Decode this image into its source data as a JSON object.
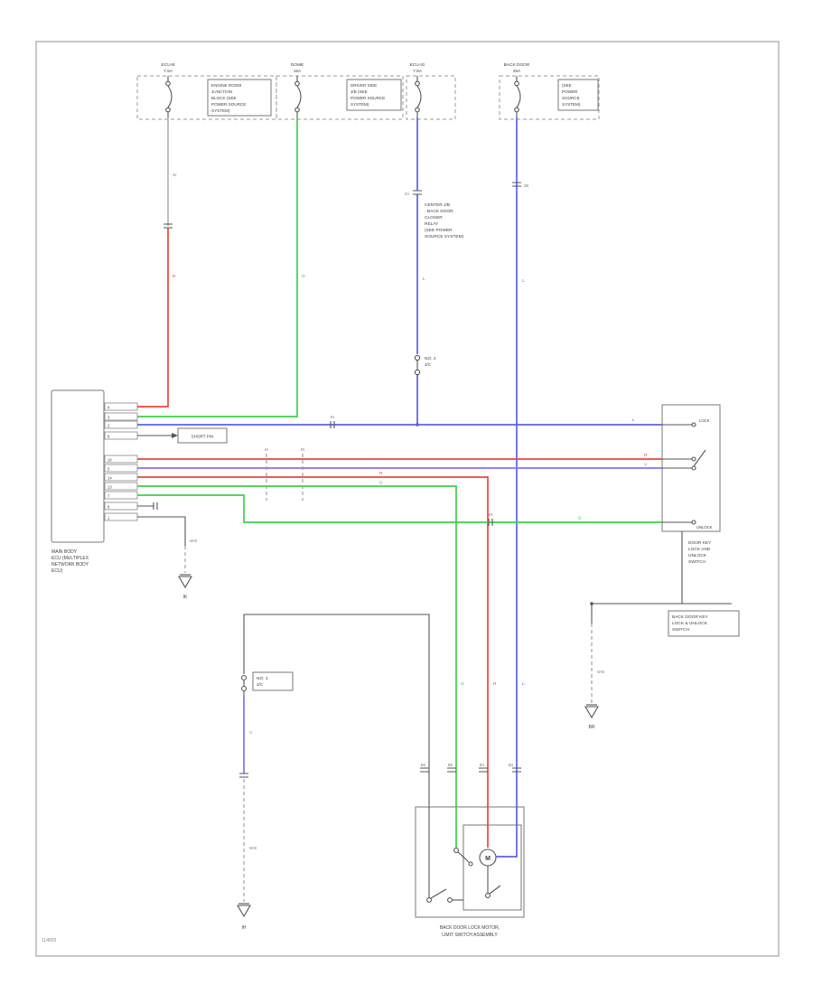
{
  "palette": {
    "red": "#f04438",
    "green": "#3ecf4a",
    "blue": "#5b63e8",
    "violet": "#8d6fe8",
    "wire_dark": "#555555",
    "frame": "#b5b5b5",
    "text": "#404040"
  },
  "page": {
    "code": "114820"
  },
  "fuses": {
    "a": {
      "name": "ECU-B",
      "amp": "7.5A"
    },
    "b": {
      "name": "DOME",
      "amp": "15A"
    },
    "c": {
      "name": "ECU-IG",
      "amp": "7.5A"
    },
    "d": {
      "name": "BACK DOOR",
      "amp": "25A"
    }
  },
  "notes": {
    "jb_a": [
      "ENGINE ROOM",
      "JUNCTION",
      "BLOCK (SEE",
      "POWER SOURCE",
      "SYSTEM)"
    ],
    "jb_b": [
      "DRIVER SIDE",
      "J/B (SEE",
      "POWER SOURCE",
      "SYSTEM)"
    ],
    "jb_d": [
      "(SEE",
      "POWER",
      "SOURCE",
      "SYSTEM)"
    ],
    "center_jb": [
      "CENTER J/B",
      "· BACK DOOR",
      "  CLOSER",
      "  RELAY",
      "(SEE POWER",
      "SOURCE SYSTEM)"
    ],
    "jc_no2": [
      "NO. 2",
      "J/C"
    ],
    "jc_no1": [
      "NO. 1",
      "J/C"
    ],
    "short_pin": "SHORT PIN",
    "ecu": [
      "MAIN BODY",
      "ECU (MULTIPLEX",
      "NETWORK BODY",
      "ECU)"
    ],
    "key_switch": [
      "DOOR KEY",
      "LOCK AND",
      "UNLOCK",
      "SWITCH"
    ],
    "key_switch_assy": [
      "BACK DOOR KEY",
      "LOCK & UNLOCK",
      "SWITCH"
    ],
    "motor_assy": [
      "BACK DOOR LOCK MOTOR,",
      "LIMIT SWITCH ASSEMBLY"
    ],
    "lock": "LOCK",
    "unlock": "UNLOCK",
    "motor_m": "M"
  },
  "wire_codes": {
    "r": "R",
    "g": "G",
    "l": "L",
    "v": "V",
    "w": "W",
    "wb": "W-B"
  },
  "grounds": {
    "g1": "IK",
    "g2": "IH",
    "g3": "BR"
  },
  "ticks": {
    "t2a": "2A",
    "t2b": "2B",
    "ih": "IH",
    "in": "IN",
    "b3": "B3",
    "b4": "B4",
    "b5": "B5",
    "b6": "B6"
  },
  "connector": {
    "rows": [
      {
        "pin": "4"
      },
      {
        "pin": "3"
      },
      {
        "pin": "2"
      },
      {
        "pin": "8"
      },
      {
        "pin": "16"
      },
      {
        "pin": "5"
      },
      {
        "pin": "14"
      },
      {
        "pin": "13"
      },
      {
        "pin": "7"
      },
      {
        "pin": "6"
      },
      {
        "pin": "1"
      }
    ]
  }
}
